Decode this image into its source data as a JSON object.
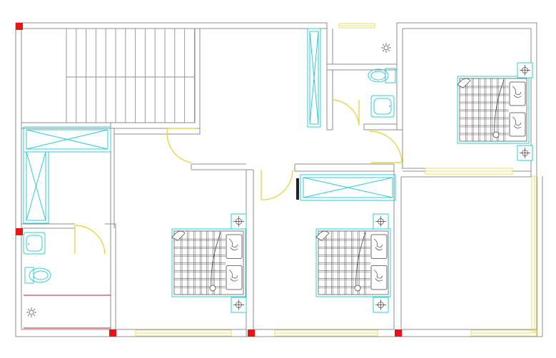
{
  "drawing": {
    "type": "floor-plan",
    "rooms": [
      {
        "kind": "stair-well"
      },
      {
        "kind": "bathroom",
        "position": "top-center"
      },
      {
        "kind": "bedroom",
        "position": "top-right"
      },
      {
        "kind": "bathroom",
        "position": "left"
      },
      {
        "kind": "bedroom",
        "position": "bottom-center"
      },
      {
        "kind": "bedroom",
        "position": "bottom-right"
      },
      {
        "kind": "balcony",
        "position": "right"
      }
    ],
    "colors": {
      "walls": "#8c8c8c",
      "doors": "#e6d64a",
      "windows": "#e9e06a",
      "furniture": "#35c9d6",
      "columns": "#e8141c",
      "bed_pattern": "#444444"
    },
    "icons": [
      "bed-icon",
      "toilet-icon",
      "sink-icon",
      "shower-icon",
      "wardrobe-icon",
      "staircase-icon",
      "column-icon",
      "door-swing-icon",
      "window-icon"
    ]
  }
}
